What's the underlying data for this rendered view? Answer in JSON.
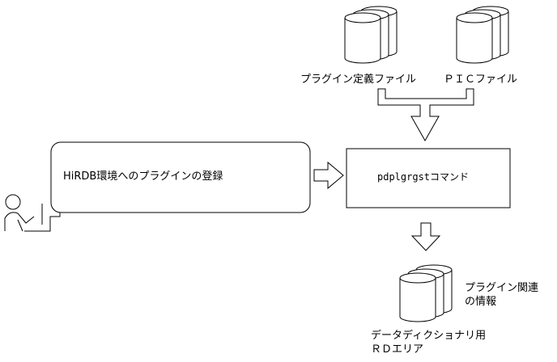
{
  "inputs": {
    "plugin_definition_file": "プラグイン定義ファイル",
    "pic_file": "ＰＩＣファイル"
  },
  "process": {
    "registration_box": "HiRDB環境へのプラグインの登録",
    "command_box": "pdplgrgstコマンド"
  },
  "output": {
    "storage_line1": "データディクショナリ用",
    "storage_line2": "ＲＤエリア",
    "info_line1": "プラグイン関連",
    "info_line2": "の情報"
  }
}
